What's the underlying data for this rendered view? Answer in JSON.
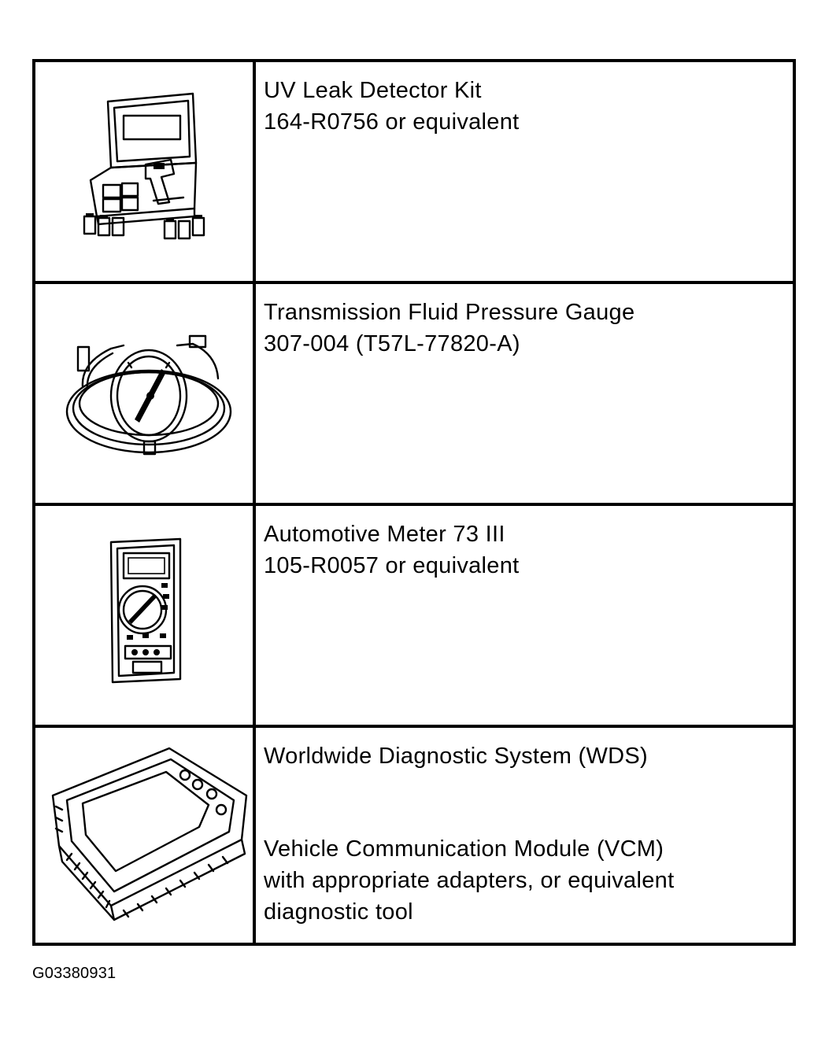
{
  "tools": [
    {
      "icon": "uv-leak-detector-kit-illustration",
      "lines": [
        "UV Leak Detector Kit",
        "164-R0756 or equivalent"
      ]
    },
    {
      "icon": "pressure-gauge-illustration",
      "lines": [
        "Transmission Fluid Pressure Gauge",
        "307-004 (T57L-77820-A)"
      ]
    },
    {
      "icon": "automotive-meter-illustration",
      "lines": [
        "Automotive Meter 73 III",
        "105-R0057 or equivalent"
      ]
    },
    {
      "icon": "diagnostic-system-illustration",
      "lines": [
        "Worldwide Diagnostic System (WDS)"
      ],
      "lines_after_gap": [
        "Vehicle Communication Module (VCM)",
        "with appropriate adapters, or equivalent",
        "diagnostic tool"
      ]
    }
  ],
  "figure_id": "G03380931"
}
